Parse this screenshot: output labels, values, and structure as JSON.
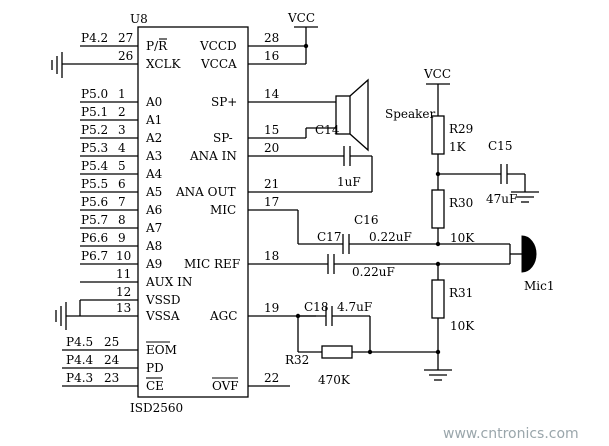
{
  "chip": {
    "ref": "U8",
    "part": "ISD2560",
    "left_pins": [
      {
        "net": "P4.2",
        "num": "27",
        "name": "P/R̅"
      },
      {
        "net": "",
        "num": "26",
        "name": "XCLK"
      },
      {
        "net": "P5.0",
        "num": "1",
        "name": "A0"
      },
      {
        "net": "P5.1",
        "num": "2",
        "name": "A1"
      },
      {
        "net": "P5.2",
        "num": "3",
        "name": "A2"
      },
      {
        "net": "P5.3",
        "num": "4",
        "name": "A3"
      },
      {
        "net": "P5.4",
        "num": "5",
        "name": "A4"
      },
      {
        "net": "P5.5",
        "num": "6",
        "name": "A5"
      },
      {
        "net": "P5.6",
        "num": "7",
        "name": "A6"
      },
      {
        "net": "P5.7",
        "num": "8",
        "name": "A7"
      },
      {
        "net": "P6.6",
        "num": "9",
        "name": "A8"
      },
      {
        "net": "P6.7",
        "num": "10",
        "name": "A9"
      },
      {
        "net": "",
        "num": "11",
        "name": "AUX IN"
      },
      {
        "net": "",
        "num": "12",
        "name": "VSSD"
      },
      {
        "net": "",
        "num": "13",
        "name": "VSSA"
      },
      {
        "net": "P4.5",
        "num": "25",
        "name": "EOM"
      },
      {
        "net": "P4.4",
        "num": "24",
        "name": "PD"
      },
      {
        "net": "P4.3",
        "num": "23",
        "name": "CE"
      }
    ],
    "right_pins": [
      {
        "num": "28",
        "name": "VCCD"
      },
      {
        "num": "16",
        "name": "VCCA"
      },
      {
        "num": "14",
        "name": "SP+"
      },
      {
        "num": "15",
        "name": "SP-"
      },
      {
        "num": "20",
        "name": "ANA IN"
      },
      {
        "num": "21",
        "name": "ANA OUT"
      },
      {
        "num": "17",
        "name": "MIC"
      },
      {
        "num": "18",
        "name": "MIC REF"
      },
      {
        "num": "19",
        "name": "AGC"
      },
      {
        "num": "22",
        "name": "OVF"
      }
    ]
  },
  "power": {
    "vcc_top": "VCC",
    "vcc_right": "VCC"
  },
  "parts": {
    "speaker": "Speaker",
    "c14": "C14",
    "c14_value": "1uF",
    "c15": "C15",
    "c15_value": "47uF",
    "r29": "R29",
    "r29_value": "1K",
    "r30": "R30",
    "r30_value": "10K",
    "c16": "C16",
    "c16_value": "0.22uF",
    "c17": "C17",
    "c17_value": "0.22uF",
    "mic": "Mic1",
    "r31": "R31",
    "r31_value": "10K",
    "c18": "C18",
    "c18_value": "4.7uF",
    "r32": "R32",
    "r32_value": "470K"
  },
  "watermark": "www.cntronics.com"
}
